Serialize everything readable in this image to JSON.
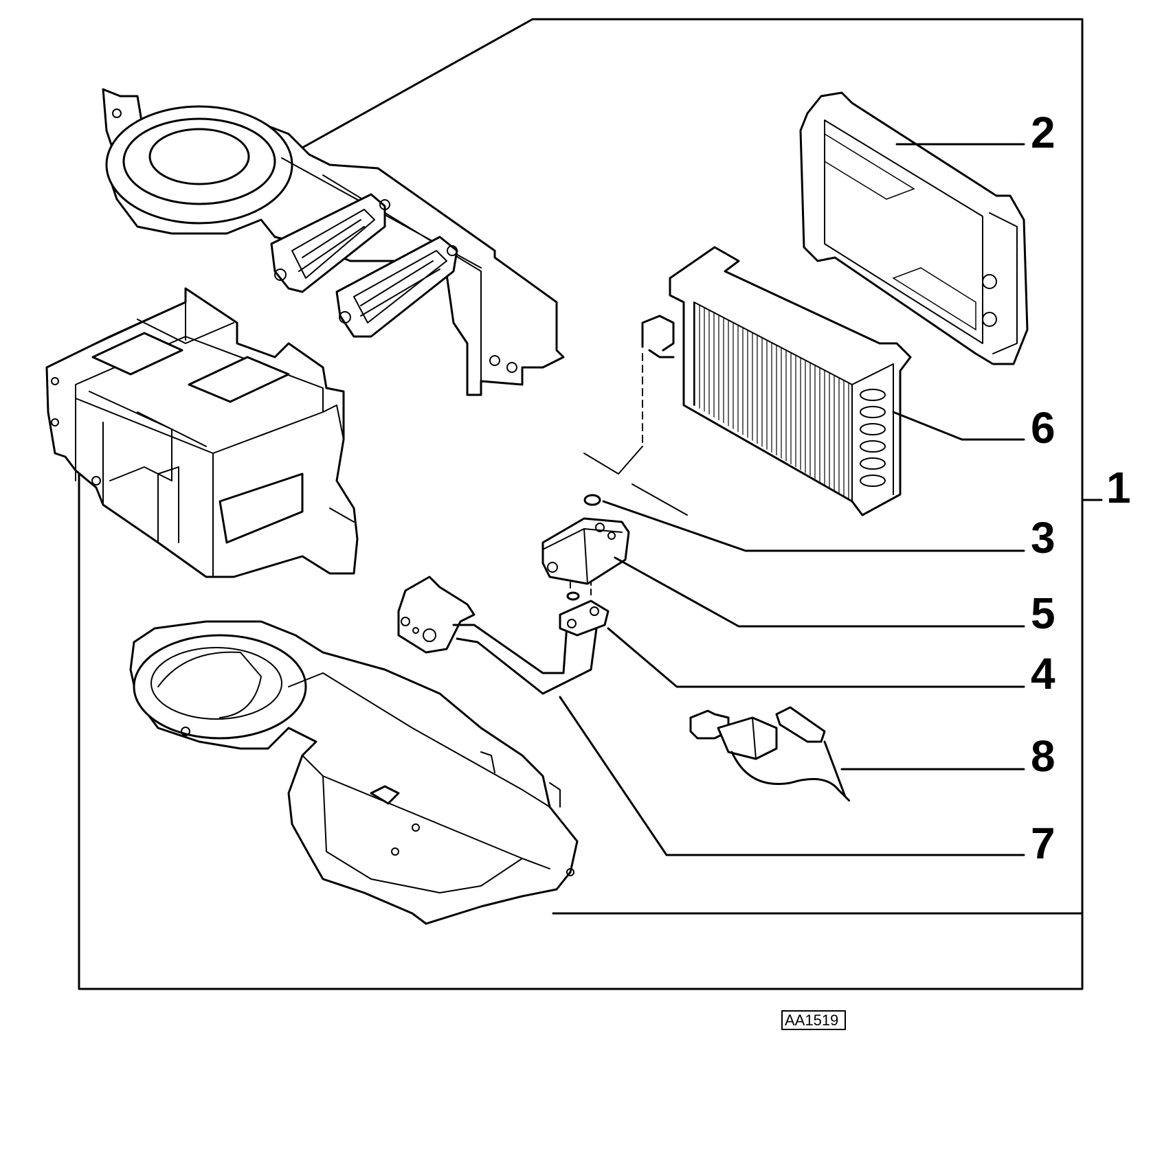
{
  "callouts": [
    {
      "id": "1",
      "label": "1"
    },
    {
      "id": "2",
      "label": "2"
    },
    {
      "id": "3",
      "label": "3"
    },
    {
      "id": "4",
      "label": "4"
    },
    {
      "id": "5",
      "label": "5"
    },
    {
      "id": "6",
      "label": "6"
    },
    {
      "id": "7",
      "label": "7"
    },
    {
      "id": "8",
      "label": "8"
    }
  ],
  "reference_code": "AA1519",
  "colors": {
    "line": "#000000",
    "background": "#ffffff"
  }
}
